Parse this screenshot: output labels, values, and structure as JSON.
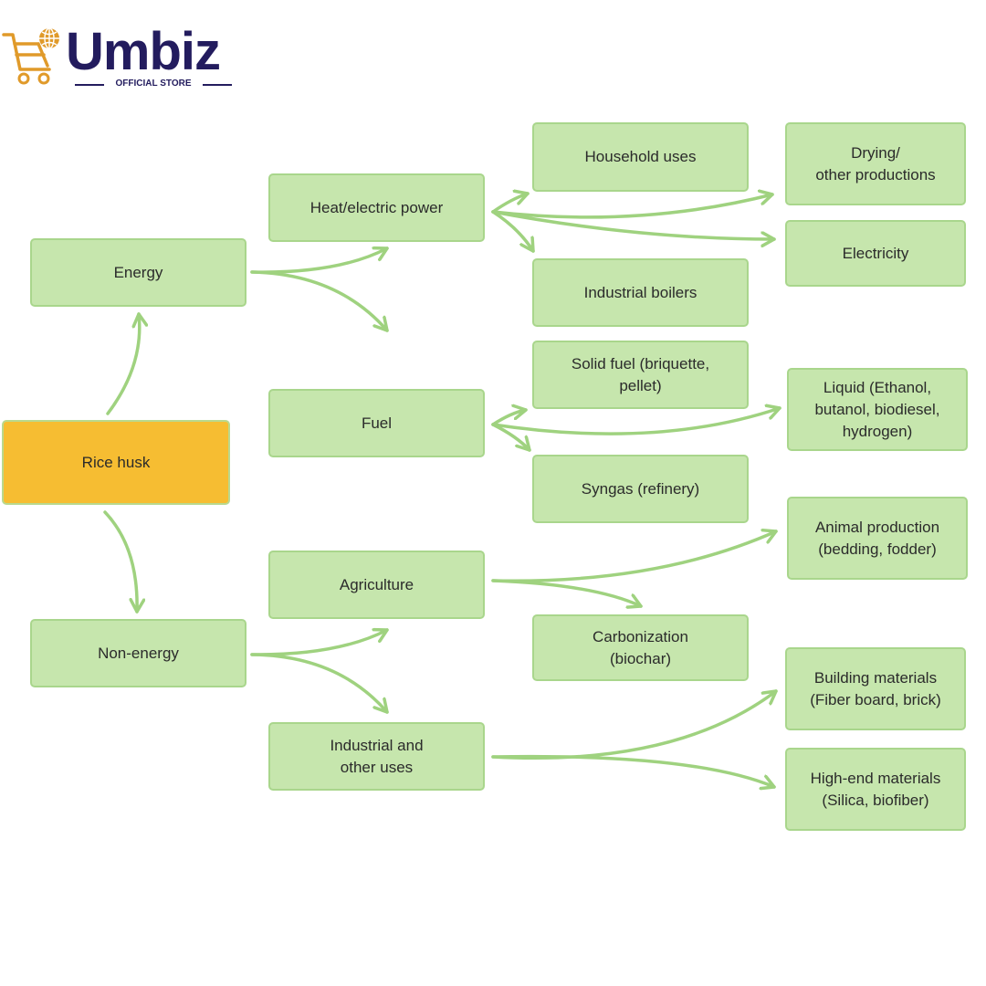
{
  "brand": {
    "name": "Umbiz",
    "tagline": "OFFICIAL STORE",
    "colors": {
      "primary": "#231c5e",
      "accent": "#e09a2a"
    },
    "icon": "shopping-cart-globe-icon"
  },
  "diagram": {
    "colors": {
      "node_fill": "#c6e6ad",
      "node_border": "#a9d68c",
      "root_fill": "#f6bd32",
      "arrow": "#9fd27f"
    },
    "nodes": {
      "rice_husk": "Rice husk",
      "energy": "Energy",
      "non_energy": "Non-energy",
      "heat_power": "Heat/electric power",
      "fuel": "Fuel",
      "agriculture": "Agriculture",
      "industrial_other": "Industrial and\nother uses",
      "household": "Household uses",
      "industrial_boilers": "Industrial boilers",
      "solid_fuel": "Solid fuel (briquette,\npellet)",
      "syngas": "Syngas (refinery)",
      "carbonization": "Carbonization\n(biochar)",
      "drying": "Drying/\nother productions",
      "electricity": "Electricity",
      "liquid": "Liquid (Ethanol,\nbutanol, biodiesel,\nhydrogen)",
      "animal": "Animal production\n(bedding, fodder)",
      "building": "Building materials\n(Fiber board, brick)",
      "high_end": "High-end materials\n(Silica, biofiber)"
    },
    "edges": [
      [
        "rice_husk",
        "energy"
      ],
      [
        "rice_husk",
        "non_energy"
      ],
      [
        "energy",
        "heat_power"
      ],
      [
        "energy",
        "fuel"
      ],
      [
        "non_energy",
        "agriculture"
      ],
      [
        "non_energy",
        "industrial_other"
      ],
      [
        "heat_power",
        "household"
      ],
      [
        "heat_power",
        "industrial_boilers"
      ],
      [
        "heat_power",
        "drying"
      ],
      [
        "heat_power",
        "electricity"
      ],
      [
        "fuel",
        "solid_fuel"
      ],
      [
        "fuel",
        "syngas"
      ],
      [
        "fuel",
        "liquid"
      ],
      [
        "agriculture",
        "animal"
      ],
      [
        "agriculture",
        "carbonization"
      ],
      [
        "industrial_other",
        "building"
      ],
      [
        "industrial_other",
        "high_end"
      ]
    ]
  }
}
